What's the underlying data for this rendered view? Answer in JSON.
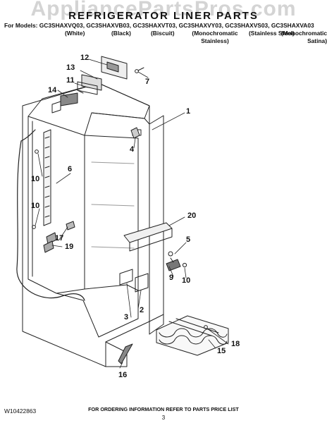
{
  "watermark": "AppliancePartsPros.com",
  "header": {
    "title": "REFRIGERATOR LINER PARTS",
    "models": "For Models: GC3SHAXVQ03, GC3SHAXVB03, GC3SHAXVT03, GC3SHAXVY03, GC3SHAXVS03, GC3SHAXVA03",
    "variants": [
      "(White)",
      "(Black)",
      "(Biscuit)",
      "(Monochromatic Stainless)",
      "(Stainless Steel)",
      "(Monochromatic Satina)"
    ]
  },
  "callouts": [
    "1",
    "2",
    "3",
    "4",
    "5",
    "6",
    "7",
    "9",
    "10",
    "10",
    "10",
    "11",
    "12",
    "13",
    "14",
    "15",
    "16",
    "17",
    "18",
    "19",
    "20"
  ],
  "footer": {
    "part_number": "W10422863",
    "ordering": "FOR ORDERING INFORMATION REFER TO PARTS PRICE LIST",
    "page": "3"
  }
}
